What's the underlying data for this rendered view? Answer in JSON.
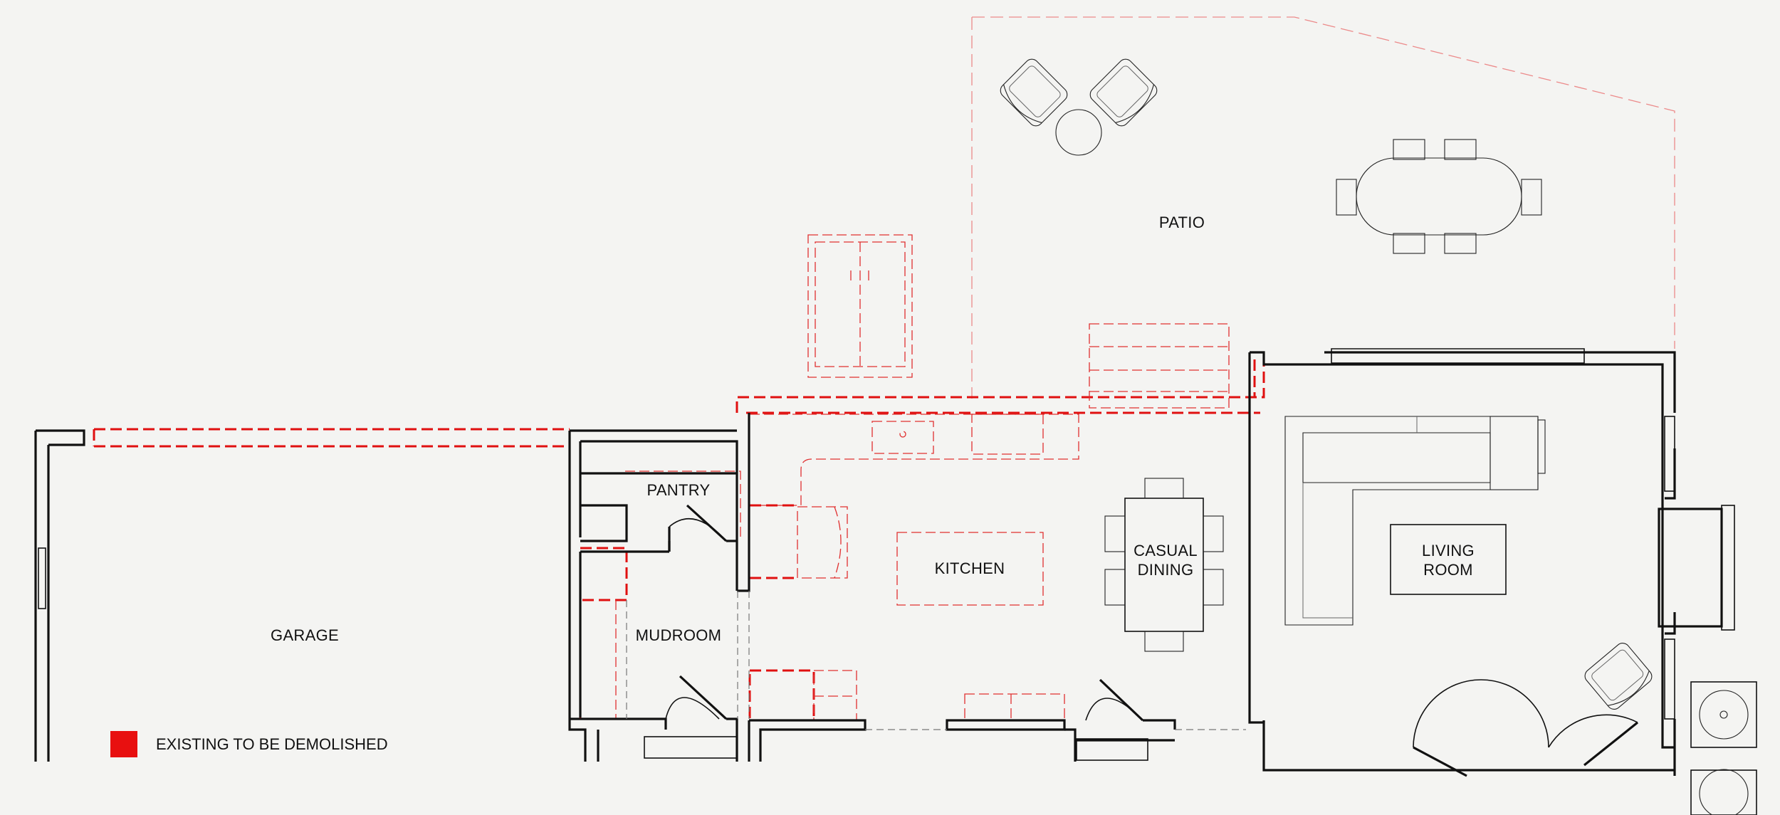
{
  "rooms": {
    "patio": "PATIO",
    "pantry": "PANTRY",
    "kitchen": "KITCHEN",
    "casual_dining_line1": "CASUAL",
    "casual_dining_line2": "DINING",
    "living_room_line1": "LIVING",
    "living_room_line2": "ROOM",
    "mudroom": "MUDROOM",
    "garage": "GARAGE"
  },
  "legend": {
    "label": "EXISTING TO BE DEMOLISHED",
    "swatch_color": "#e81010"
  },
  "colors": {
    "background": "#f4f4f2",
    "walls": "#111111",
    "demolition": "#e01010",
    "patio_outline": "#ec8a8a"
  }
}
